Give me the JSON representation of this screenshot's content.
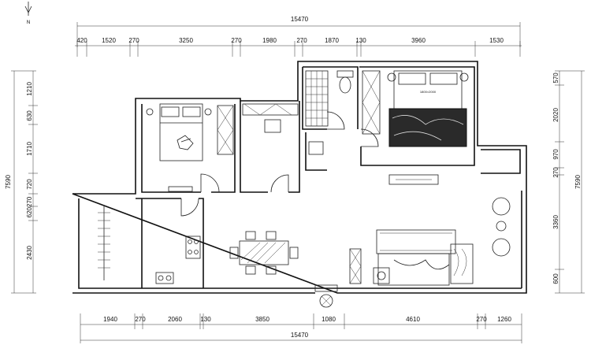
{
  "compass": {
    "label": "N"
  },
  "top": {
    "total": "15470",
    "segments": [
      "420",
      "1520",
      "270",
      "3250",
      "270",
      "1980",
      "270",
      "1870",
      "130",
      "3960",
      "1530"
    ]
  },
  "bottom": {
    "total": "15470",
    "segments": [
      "1940",
      "270",
      "2060",
      "130",
      "3850",
      "1080",
      "4610",
      "270",
      "1260"
    ]
  },
  "left": {
    "total": "7590",
    "segments": [
      "1210",
      "630",
      "1710",
      "720",
      "620",
      "270",
      "2430"
    ],
    "inline": "620270"
  },
  "right": {
    "total": "7590",
    "segments": [
      "570",
      "2020",
      "970",
      "270",
      "3360",
      "600"
    ]
  },
  "bed_label": "1800×2000"
}
